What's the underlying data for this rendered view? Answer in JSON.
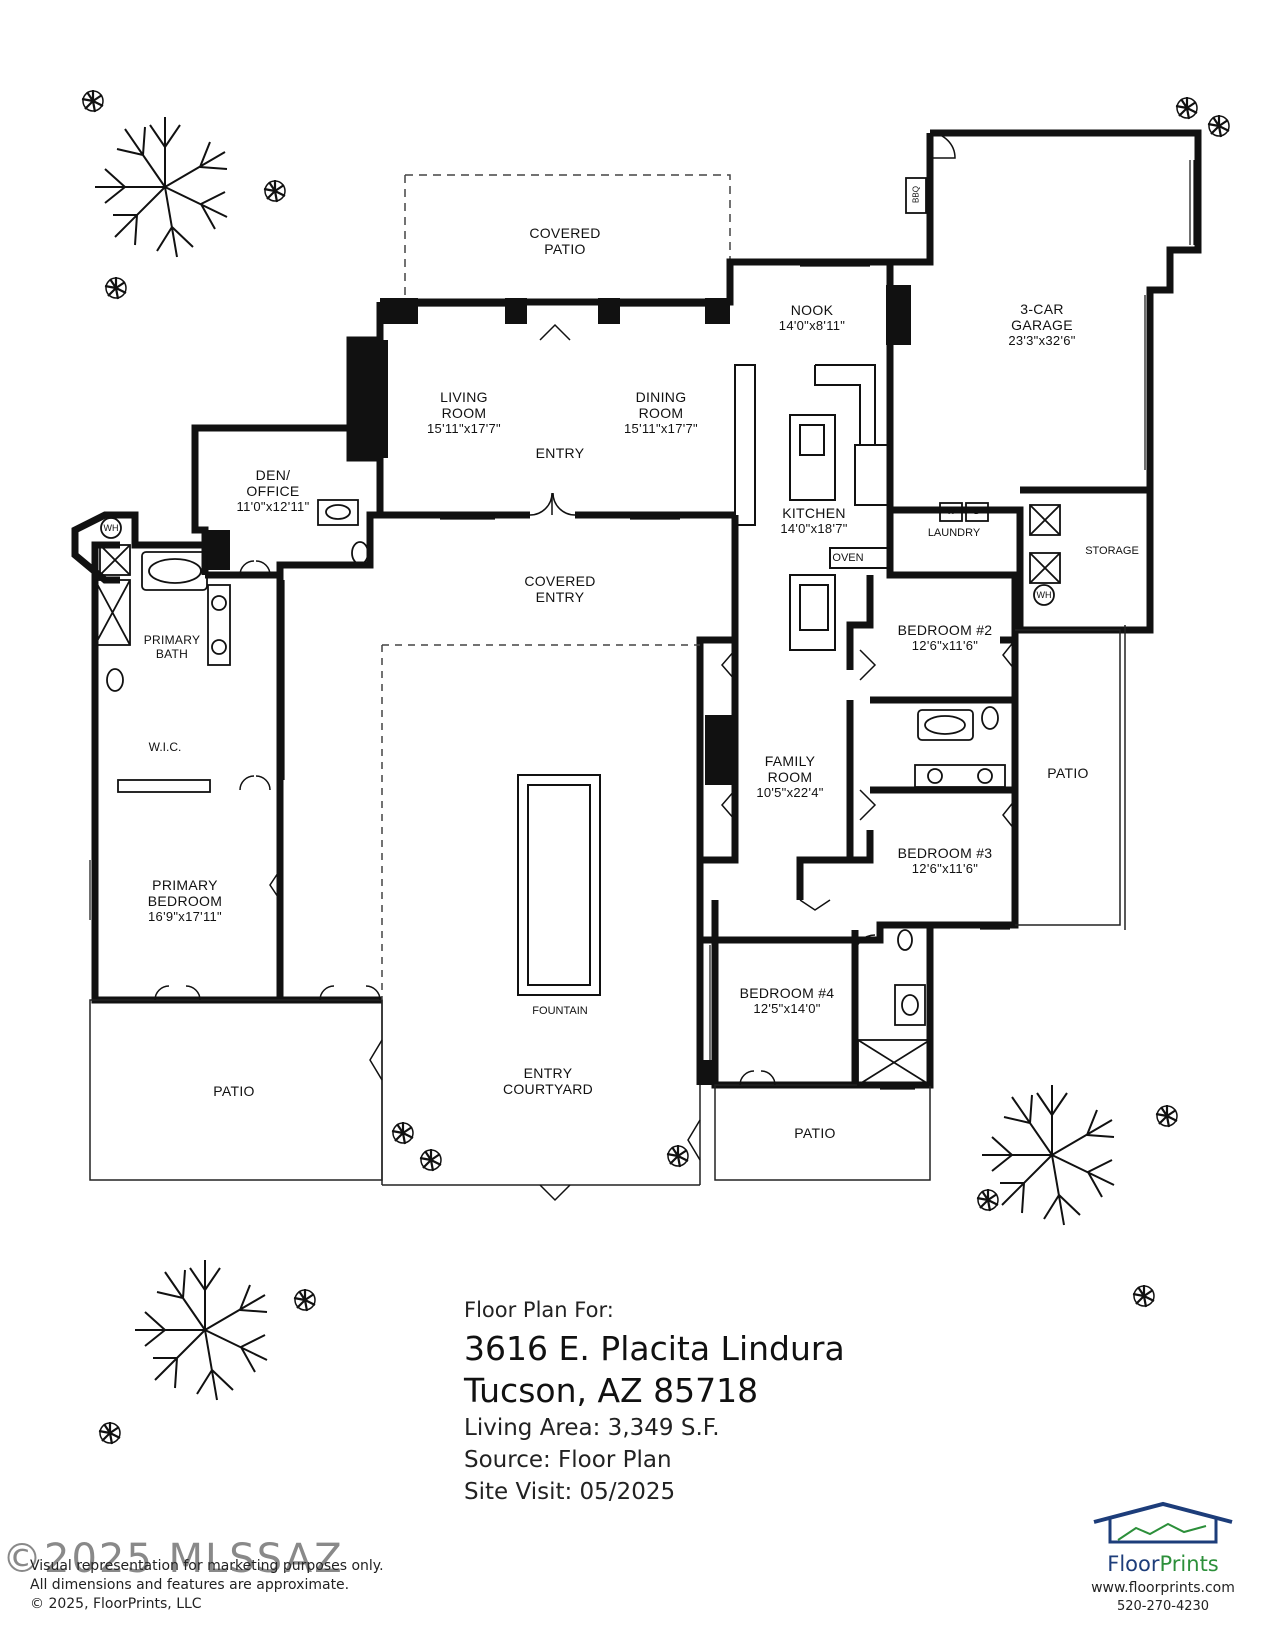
{
  "rooms": {
    "covered_patio": {
      "name_1": "COVERED",
      "name_2": "PATIO"
    },
    "nook": {
      "name": "NOOK",
      "dims": "14'0\"x8'11\""
    },
    "garage": {
      "name_1": "3-CAR",
      "name_2": "GARAGE",
      "dims": "23'3\"x32'6\""
    },
    "living": {
      "name_1": "LIVING",
      "name_2": "ROOM",
      "dims": "15'11\"x17'7\""
    },
    "dining": {
      "name_1": "DINING",
      "name_2": "ROOM",
      "dims": "15'11\"x17'7\""
    },
    "entry": {
      "name": "ENTRY"
    },
    "den": {
      "name_1": "DEN/",
      "name_2": "OFFICE",
      "dims": "11'0\"x12'11\""
    },
    "kitchen": {
      "name": "KITCHEN",
      "dims": "14'0\"x18'7\""
    },
    "laundry": {
      "name": "LAUNDRY"
    },
    "storage": {
      "name": "STORAGE"
    },
    "covered_entry": {
      "name_1": "COVERED",
      "name_2": "ENTRY"
    },
    "oven": {
      "name": "OVEN"
    },
    "primary_bath": {
      "name_1": "PRIMARY",
      "name_2": "BATH"
    },
    "bedroom2": {
      "name": "BEDROOM #2",
      "dims": "12'6\"x11'6\""
    },
    "wic": {
      "name": "W.I.C."
    },
    "family": {
      "name_1": "FAMILY",
      "name_2": "ROOM",
      "dims": "10'5\"x22'4\""
    },
    "patio_right": {
      "name": "PATIO"
    },
    "bedroom3": {
      "name": "BEDROOM #3",
      "dims": "12'6\"x11'6\""
    },
    "primary_bedroom": {
      "name_1": "PRIMARY",
      "name_2": "BEDROOM",
      "dims": "16'9\"x17'11\""
    },
    "bedroom4": {
      "name": "BEDROOM #4",
      "dims": "12'5\"x14'0\""
    },
    "fountain": {
      "name": "FOUNTAIN"
    },
    "entry_courtyard": {
      "name_1": "ENTRY",
      "name_2": "COURTYARD"
    },
    "patio_left": {
      "name": "PATIO"
    },
    "patio_bottom": {
      "name": "PATIO"
    }
  },
  "fixtures": {
    "bbq": "BBQ",
    "wh": "WH",
    "washer": "W",
    "dryer": "D"
  },
  "info": {
    "heading": "Floor Plan For:",
    "address_1": "3616 E. Placita Lindura",
    "address_2": "Tucson, AZ  85718",
    "living_area": "Living Area:  3,349 S.F.",
    "source": "Source:  Floor Plan",
    "site_visit": "Site Visit:  05/2025"
  },
  "disclaimer": {
    "line_1": "Visual representation for marketing purposes only.",
    "line_2": "All dimensions and features are approximate.",
    "line_3": "© 2025, FloorPrints, LLC"
  },
  "watermark": "©2025 MLSSAZ",
  "brand": {
    "name_a": "Floor",
    "name_b": "Prints",
    "website": "www.floorprints.com",
    "phone": "520-270-4230",
    "primary_color": "#1d3d7a",
    "accent_color": "#2c8f3a"
  }
}
